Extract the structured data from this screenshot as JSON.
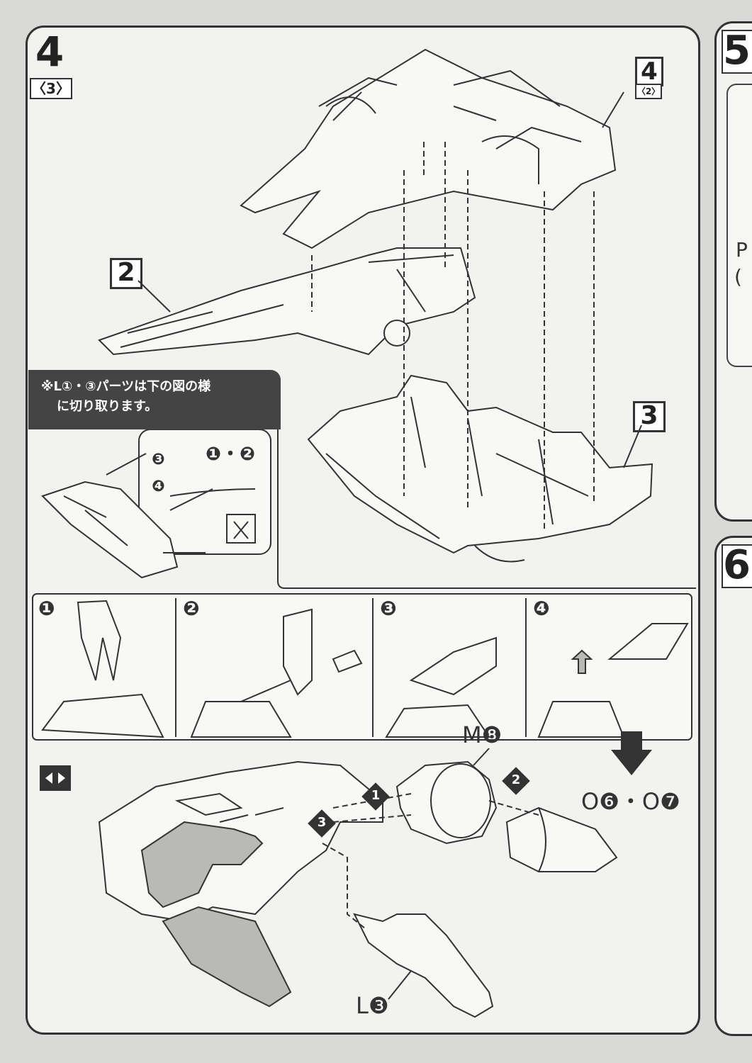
{
  "step": {
    "number": "4",
    "sub": "〈3〉"
  },
  "ref_step": {
    "number": "4",
    "sub": "〈2〉"
  },
  "parts": {
    "part2": "2",
    "part3": "3"
  },
  "note": {
    "line1": "※L①・③パーツは下の図の様",
    "line2": "に切り取ります。"
  },
  "detail_labels": {
    "top_right": "❶・❷",
    "left_a": "❸",
    "left_b": "❹"
  },
  "cut_steps": [
    "❶",
    "❷",
    "❸",
    "❹"
  ],
  "bottom_labels": {
    "m": "M❽",
    "o": "O❻・O❼",
    "l": "L❸",
    "arrow1": "1",
    "arrow2": "2",
    "arrow3": "3"
  },
  "right_steps": {
    "s5": "5",
    "s6": "6",
    "p_text": "P",
    "paren": "("
  },
  "colors": {
    "panel": "#f2f2f0",
    "ink": "#333333",
    "shade": "#b9b9b6",
    "page": "#d9d9d7"
  }
}
